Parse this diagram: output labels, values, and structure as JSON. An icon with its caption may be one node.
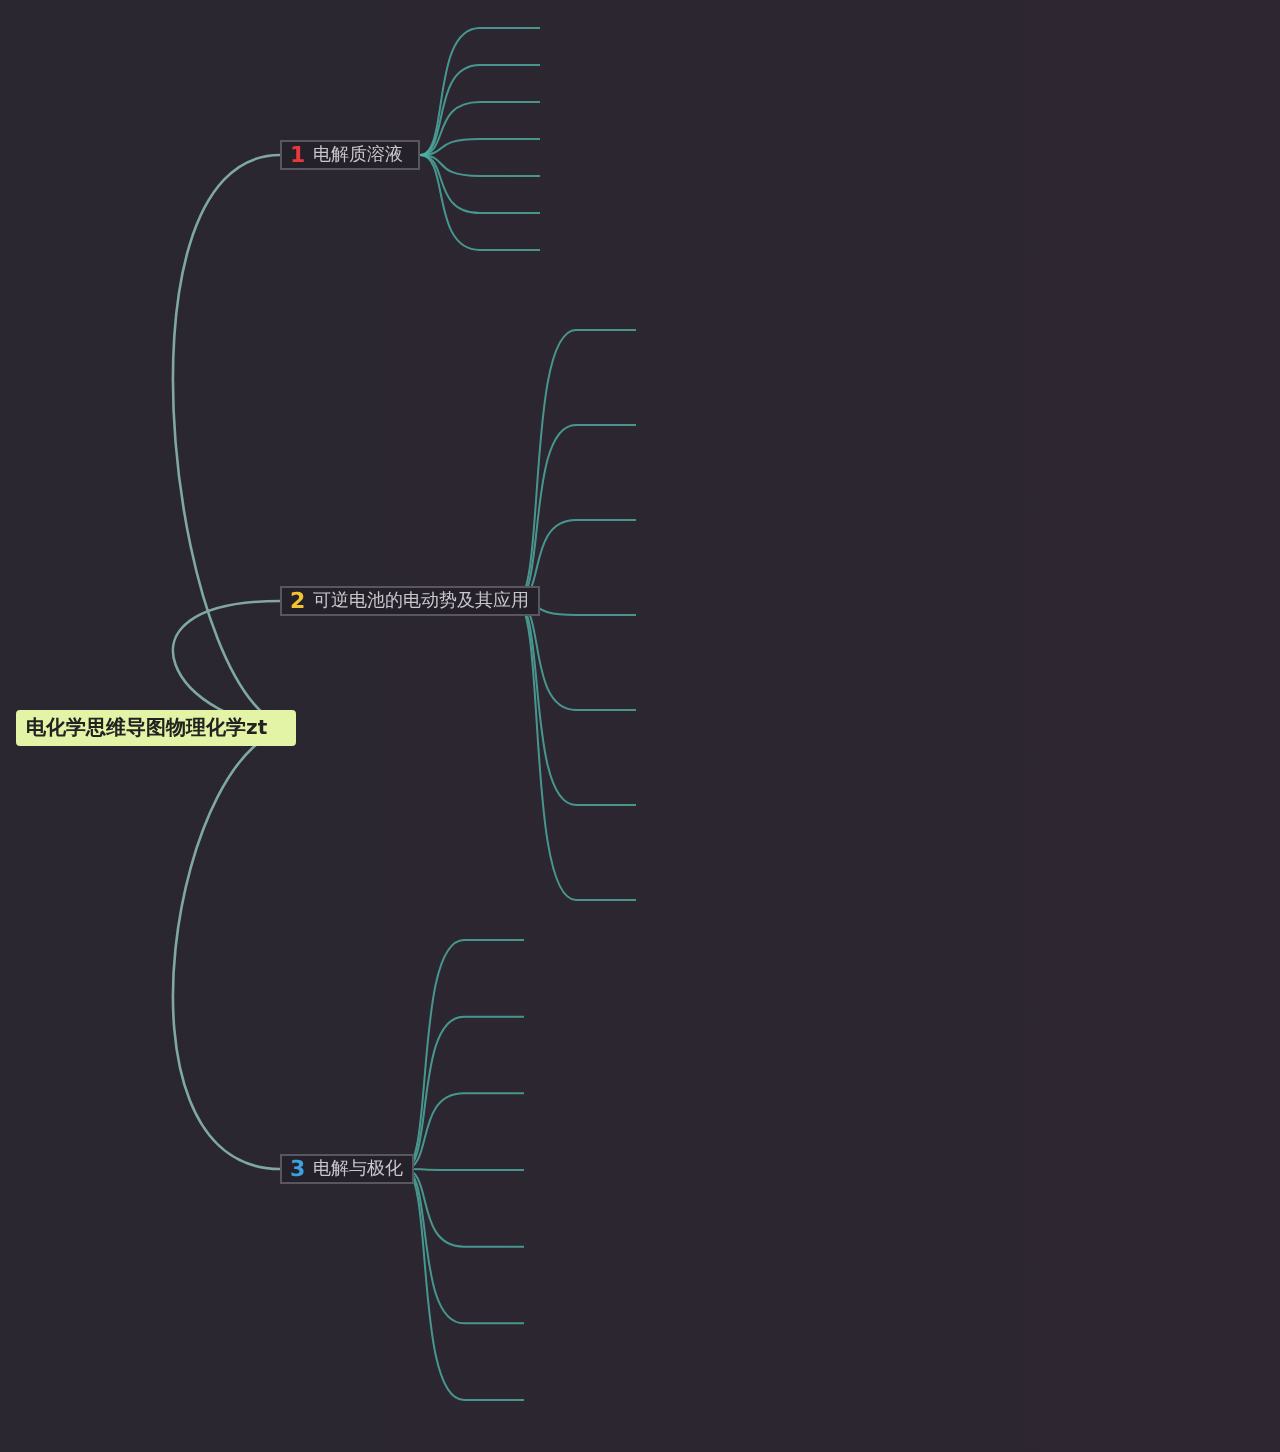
{
  "diagram": {
    "nodes": [
      {
        "text": [
          "电化学思维导图物理化学zt"
        ]
      },
      {
        "text": [
          "1",
          "电解质溶液"
        ]
      },
      {
        "text": [
          "2",
          "可逆电池的电动势及其应用"
        ]
      },
      {
        "text": [
          "3",
          "电解与极化"
        ]
      }
    ],
    "edges": [
      {
        "from": 0,
        "to": 1,
        "arrow": "none"
      },
      {
        "from": 0,
        "to": 2,
        "arrow": "none"
      },
      {
        "from": 0,
        "to": 3,
        "arrow": "none"
      }
    ]
  }
}
